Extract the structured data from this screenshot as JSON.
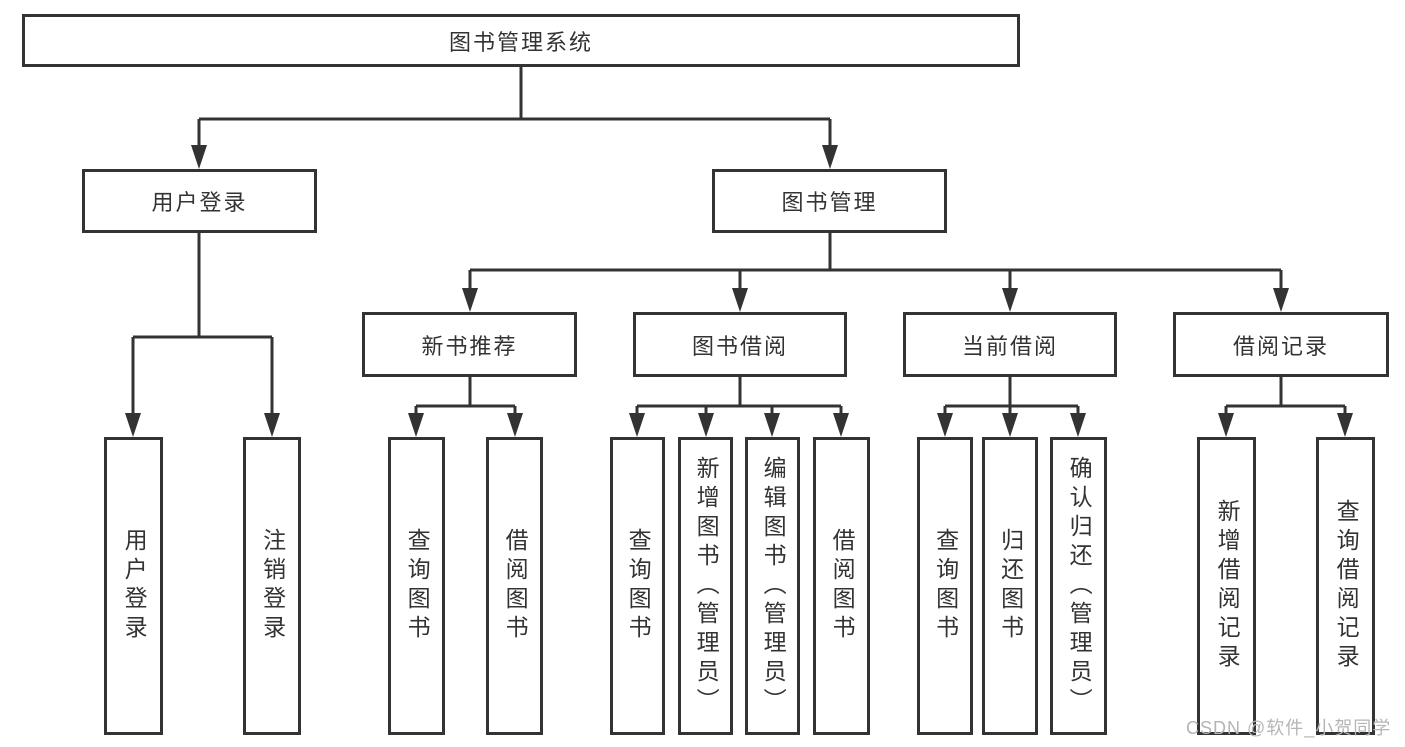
{
  "diagram": {
    "title": "图书管理系统",
    "nodes": {
      "root": "图书管理系统",
      "user_login": "用户登录",
      "book_mgmt": "图书管理",
      "new_book_rec": "新书推荐",
      "book_borrow": "图书借阅",
      "current_borrow": "当前借阅",
      "borrow_record": "借阅记录",
      "leaf_user_login": "用户登录",
      "leaf_logout": "注销登录",
      "leaf_nb_query": "查询图书",
      "leaf_nb_borrow": "借阅图书",
      "leaf_bb_query": "查询图书",
      "leaf_bb_add": "新增图书（管理员）",
      "leaf_bb_edit": "编辑图书（管理员）",
      "leaf_bb_borrow": "借阅图书",
      "leaf_cb_query": "查询图书",
      "leaf_cb_return": "归还图书",
      "leaf_cb_confirm": "确认归还（管理员）",
      "leaf_br_add": "新增借阅记录",
      "leaf_br_query": "查询借阅记录"
    },
    "colors": {
      "line": "#333333",
      "text": "#333333",
      "watermark": "#b5b5b5",
      "background": "#ffffff"
    }
  },
  "watermark": "CSDN @软件_小贺同学"
}
